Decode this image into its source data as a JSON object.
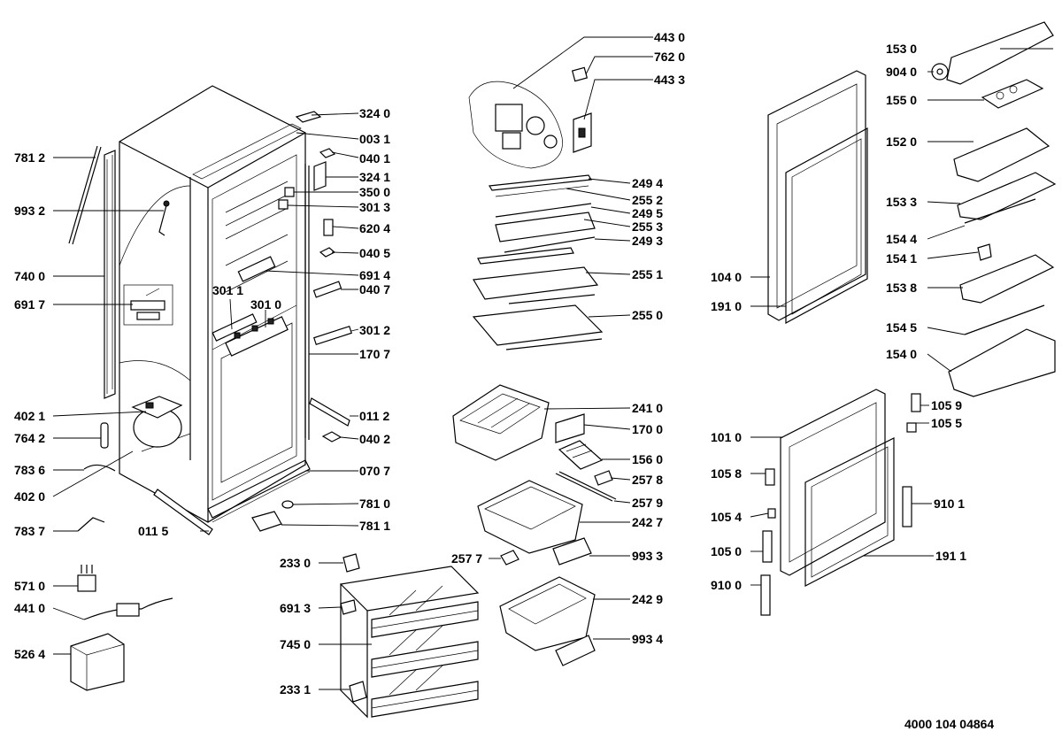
{
  "diagram_ref": "4000 104 04864",
  "labels": {
    "324_0": "324 0",
    "003_1": "003 1",
    "040_1": "040 1",
    "324_1": "324 1",
    "350_0": "350 0",
    "301_3": "301 3",
    "620_4": "620 4",
    "040_5": "040 5",
    "691_4": "691 4",
    "040_7": "040 7",
    "301_1": "301 1",
    "301_0": "301 0",
    "301_2": "301 2",
    "170_7": "170 7",
    "011_2": "011 2",
    "040_2": "040 2",
    "070_7": "070 7",
    "781_0": "781 0",
    "781_1": "781 1",
    "011_5": "011 5",
    "781_2": "781 2",
    "993_2": "993 2",
    "740_0": "740 0",
    "691_7": "691 7",
    "402_1": "402 1",
    "764_2": "764 2",
    "783_6": "783 6",
    "402_0": "402 0",
    "783_7": "783 7",
    "571_0": "571 0",
    "441_0": "441 0",
    "526_4": "526 4",
    "443_0": "443 0",
    "762_0": "762 0",
    "443_3": "443 3",
    "249_4": "249 4",
    "255_2": "255 2",
    "249_5": "249 5",
    "255_3": "255 3",
    "249_3": "249 3",
    "255_1": "255 1",
    "255_0": "255 0",
    "241_0": "241 0",
    "170_0": "170 0",
    "156_0": "156 0",
    "257_8": "257 8",
    "257_9": "257 9",
    "242_7": "242 7",
    "257_7": "257 7",
    "993_3": "993 3",
    "242_9": "242 9",
    "993_4": "993 4",
    "233_0": "233 0",
    "691_3": "691 3",
    "745_0": "745 0",
    "233_1": "233 1",
    "153_0": "153 0",
    "904_0": "904 0",
    "155_0": "155 0",
    "152_0": "152 0",
    "153_3": "153 3",
    "154_4": "154 4",
    "154_1": "154 1",
    "153_8": "153 8",
    "104_0": "104 0",
    "191_0": "191 0",
    "154_5": "154 5",
    "154_0": "154 0",
    "105_9": "105 9",
    "105_5": "105 5",
    "101_0": "101 0",
    "105_8": "105 8",
    "910_1": "910 1",
    "105_4": "105 4",
    "105_0": "105 0",
    "191_1": "191 1",
    "910_0": "910 0"
  }
}
